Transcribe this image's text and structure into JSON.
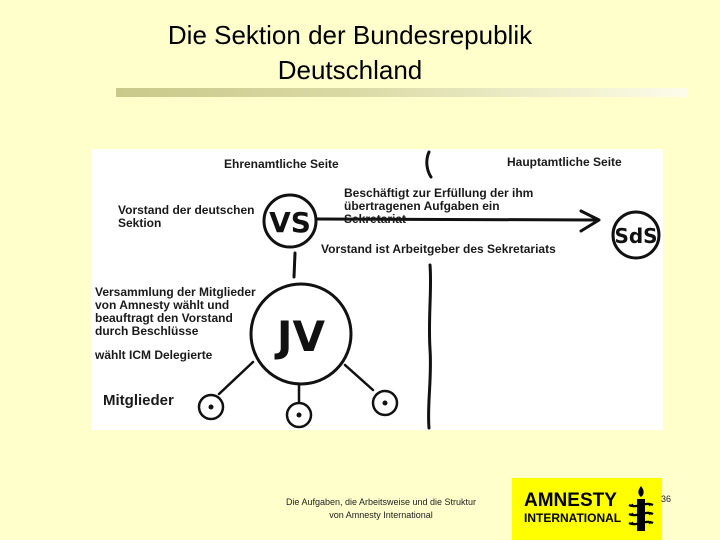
{
  "slide": {
    "title_line1": "Die Sektion der Bundesrepublik",
    "title_line2": "Deutschland"
  },
  "diagram": {
    "header_left": "Ehrenamtliche Seite",
    "header_right": "Hauptamtliche Seite",
    "vs_label": [
      "Vorstand der deutschen",
      "Sektion"
    ],
    "task_label": [
      "Beschäftigt zur Erfüllung der ihm",
      "übertragenen Aufgaben ein",
      "Sekretariat"
    ],
    "employer_label": "Vorstand ist Arbeitgeber des Sekretariats",
    "assembly_label": [
      "Versammlung der Mitglieder",
      "von Amnesty wählt und",
      "beauftragt den Vorstand",
      "durch Beschlüsse"
    ],
    "icm_label": "wählt ICM Delegierte",
    "members_label": "Mitglieder",
    "node_vs": "VS",
    "node_sds": "SdS",
    "node_jv": "JV"
  },
  "footer": {
    "text_line1": "Die Aufgaben, die Arbeitsweise und die Struktur",
    "text_line2": "von Amnesty International",
    "logo_line1": "AMNESTY",
    "logo_line2": "INTERNATIONAL",
    "page_number": "36"
  },
  "colors": {
    "background": "#ffffcc",
    "logo_yellow": "#ffff00"
  },
  "icons": {
    "logo_symbol": "candle-in-barbed-wire-icon"
  }
}
